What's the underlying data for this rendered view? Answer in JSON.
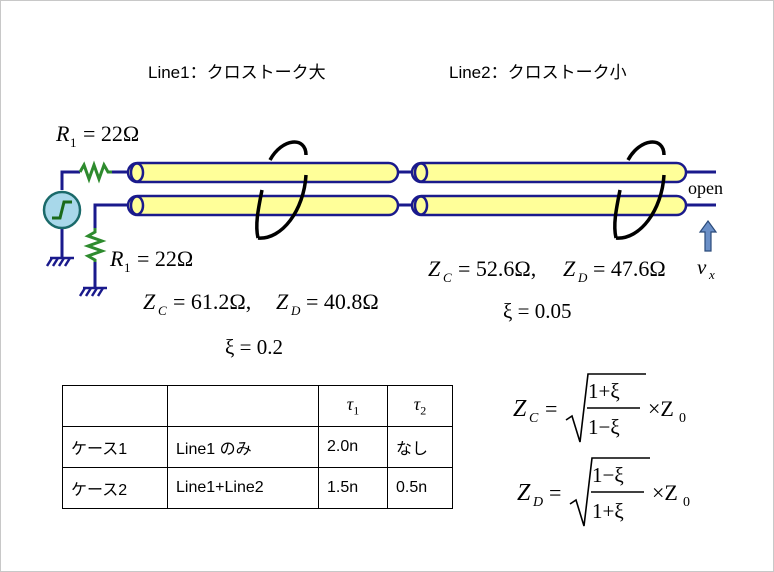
{
  "titles": {
    "line1": "Line1：クロストーク大",
    "line2": "Line2：クロストーク小"
  },
  "labels": {
    "r_top_sym": "R",
    "r_top_sub": "1",
    "r_top_val": "= 22Ω",
    "r_bot_sym": "R",
    "r_bot_sub": "1",
    "r_bot_val": "= 22Ω",
    "open": "open",
    "vx_sym": "v",
    "vx_sub": "x"
  },
  "line1_params": {
    "zc_sub": "C",
    "zc_val": "= 61.2Ω,",
    "zd_sub": "D",
    "zd_val": "= 40.8Ω",
    "xi": "ξ = 0.2"
  },
  "line2_params": {
    "zc_sub": "C",
    "zc_val": "= 52.6Ω,",
    "zd_sub": "D",
    "zd_val": "= 47.6Ω",
    "xi": "ξ = 0.05"
  },
  "table": {
    "header": {
      "c0": "",
      "c1": "",
      "c2": "τ",
      "c2_sub": "1",
      "c3": "τ",
      "c3_sub": "2"
    },
    "rows": [
      {
        "case": "ケース1",
        "lines": "Line1 のみ",
        "tau1": "2.0n",
        "tau2": "なし"
      },
      {
        "case": "ケース2",
        "lines": "Line1+Line2",
        "tau1": "1.5n",
        "tau2": "0.5n"
      }
    ]
  },
  "formulas": {
    "zc": {
      "lhs_sub": "C",
      "num": "1+ξ",
      "den": "1−ξ",
      "times": "×Z",
      "z0_sub": "0"
    },
    "zd": {
      "lhs_sub": "D",
      "num": "1−ξ",
      "den": "1+ξ",
      "times": "×Z",
      "z0_sub": "0"
    }
  },
  "colors": {
    "wire": "#1a1a8c",
    "resistor": "#2e8b2e",
    "line_fill": "#ffff99",
    "source_fill": "#a8d8ea",
    "arrow": "#6a8fc7"
  }
}
